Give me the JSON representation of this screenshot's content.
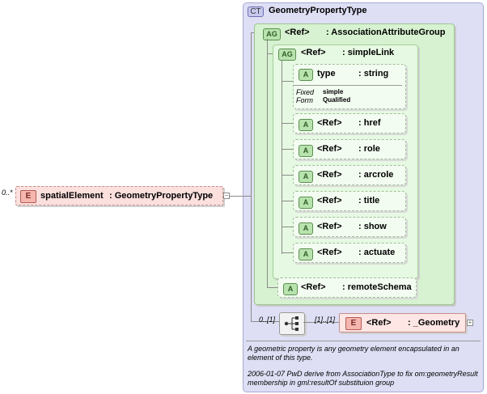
{
  "element": {
    "cardinality": "0..*",
    "badge": "E",
    "name": "spatialElement",
    "type": ": GeometryPropertyType"
  },
  "complex_type": {
    "badge": "CT",
    "name": "GeometryPropertyType"
  },
  "association_group": {
    "badge": "AG",
    "ref": "<Ref>",
    "type": ": AssociationAttributeGroup"
  },
  "simple_link_group": {
    "badge": "AG",
    "ref": "<Ref>",
    "type": ": simpleLink"
  },
  "type_attribute": {
    "badge": "A",
    "name": "type",
    "type": ": string",
    "fixed_label": "Fixed",
    "fixed_value": "simple",
    "form_label": "Form",
    "form_value": "Qualified"
  },
  "link_attributes": [
    {
      "badge": "A",
      "ref": "<Ref>",
      "type": ": href"
    },
    {
      "badge": "A",
      "ref": "<Ref>",
      "type": ": role"
    },
    {
      "badge": "A",
      "ref": "<Ref>",
      "type": ": arcrole"
    },
    {
      "badge": "A",
      "ref": "<Ref>",
      "type": ": title"
    },
    {
      "badge": "A",
      "ref": "<Ref>",
      "type": ": show"
    },
    {
      "badge": "A",
      "ref": "<Ref>",
      "type": ": actuate"
    }
  ],
  "remote_schema": {
    "badge": "A",
    "ref": "<Ref>",
    "type": ": remoteSchema"
  },
  "sequence": {
    "left_cardinality": "0..[1]",
    "right_cardinality": "[1]..[1]"
  },
  "geometry_element": {
    "badge": "E",
    "ref": "<Ref>",
    "type": ": _Geometry"
  },
  "documentation": {
    "line1": "A geometric property is any geometry element encapsulated in an",
    "line2": "element of this type.",
    "line3": "2006-01-07 PwD derive from AssociationType to fix om:geometryResult",
    "line4": "membership in gml:resultOf substituion group"
  },
  "colors": {
    "complex_type_bg": "#dedff4",
    "attribute_group_bg": "#d7f2d0",
    "element_bg": "#fbe0de"
  }
}
